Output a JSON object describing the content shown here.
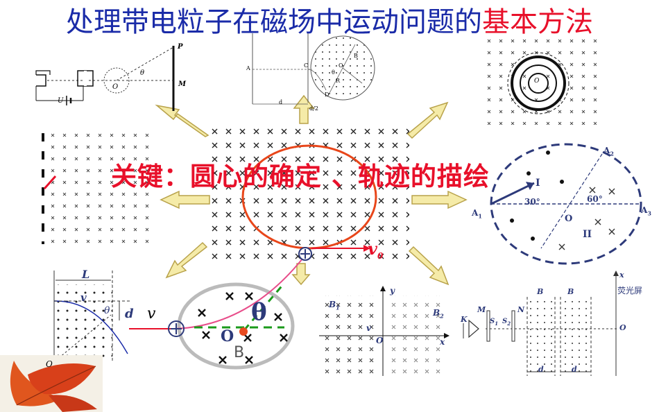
{
  "title": {
    "part1": "处理带电粒子在磁场中运动问题的",
    "part2": "基本方法"
  },
  "key_text": "关键：圆心的确定 、轨迹的描绘",
  "center": {
    "v0": "v",
    "v0_sub": "0"
  },
  "top_left": {
    "P": "P",
    "M": "M",
    "O": "O",
    "U": "U",
    "theta": "θ"
  },
  "top_mid": {
    "A": "A",
    "C": "C",
    "B": "B",
    "O": "O",
    "R": "R",
    "D": "D",
    "d": "d",
    "d2": "d/2",
    "theta": "θ"
  },
  "top_right": {
    "O": "O"
  },
  "right": {
    "A1": "A",
    "A1s": "1",
    "A2": "A",
    "A2s": "2",
    "A3": "A",
    "A3s": "3",
    "I": "I",
    "II": "II",
    "O": "O",
    "a30": "30°",
    "a60": "60°"
  },
  "bottom_left": {
    "L": "L",
    "v": "v",
    "d": "d",
    "theta": "θ",
    "O": "O"
  },
  "bottom_center": {
    "v": "v",
    "theta": "θ",
    "O": "O",
    "B": "B"
  },
  "bottom_mid": {
    "y": "y",
    "x": "x",
    "B1": "B",
    "B1s": "1",
    "B2": "B",
    "B2s": "2",
    "v": "v",
    "O": "O"
  },
  "bottom_right": {
    "M": "M",
    "K": "K",
    "N": "N",
    "S1": "S",
    "S1s": "1",
    "S2": "S",
    "S2s": "2",
    "B1": "B",
    "B2": "B",
    "d1": "d",
    "d2": "d",
    "x": "x",
    "O": "O",
    "screen": "荧光屏"
  },
  "colors": {
    "blue": "#1a2ba8",
    "red": "#e8102a",
    "arrow": "#f5eba8",
    "arrow_stroke": "#b8a24a",
    "navy": "#2d3a7a"
  }
}
